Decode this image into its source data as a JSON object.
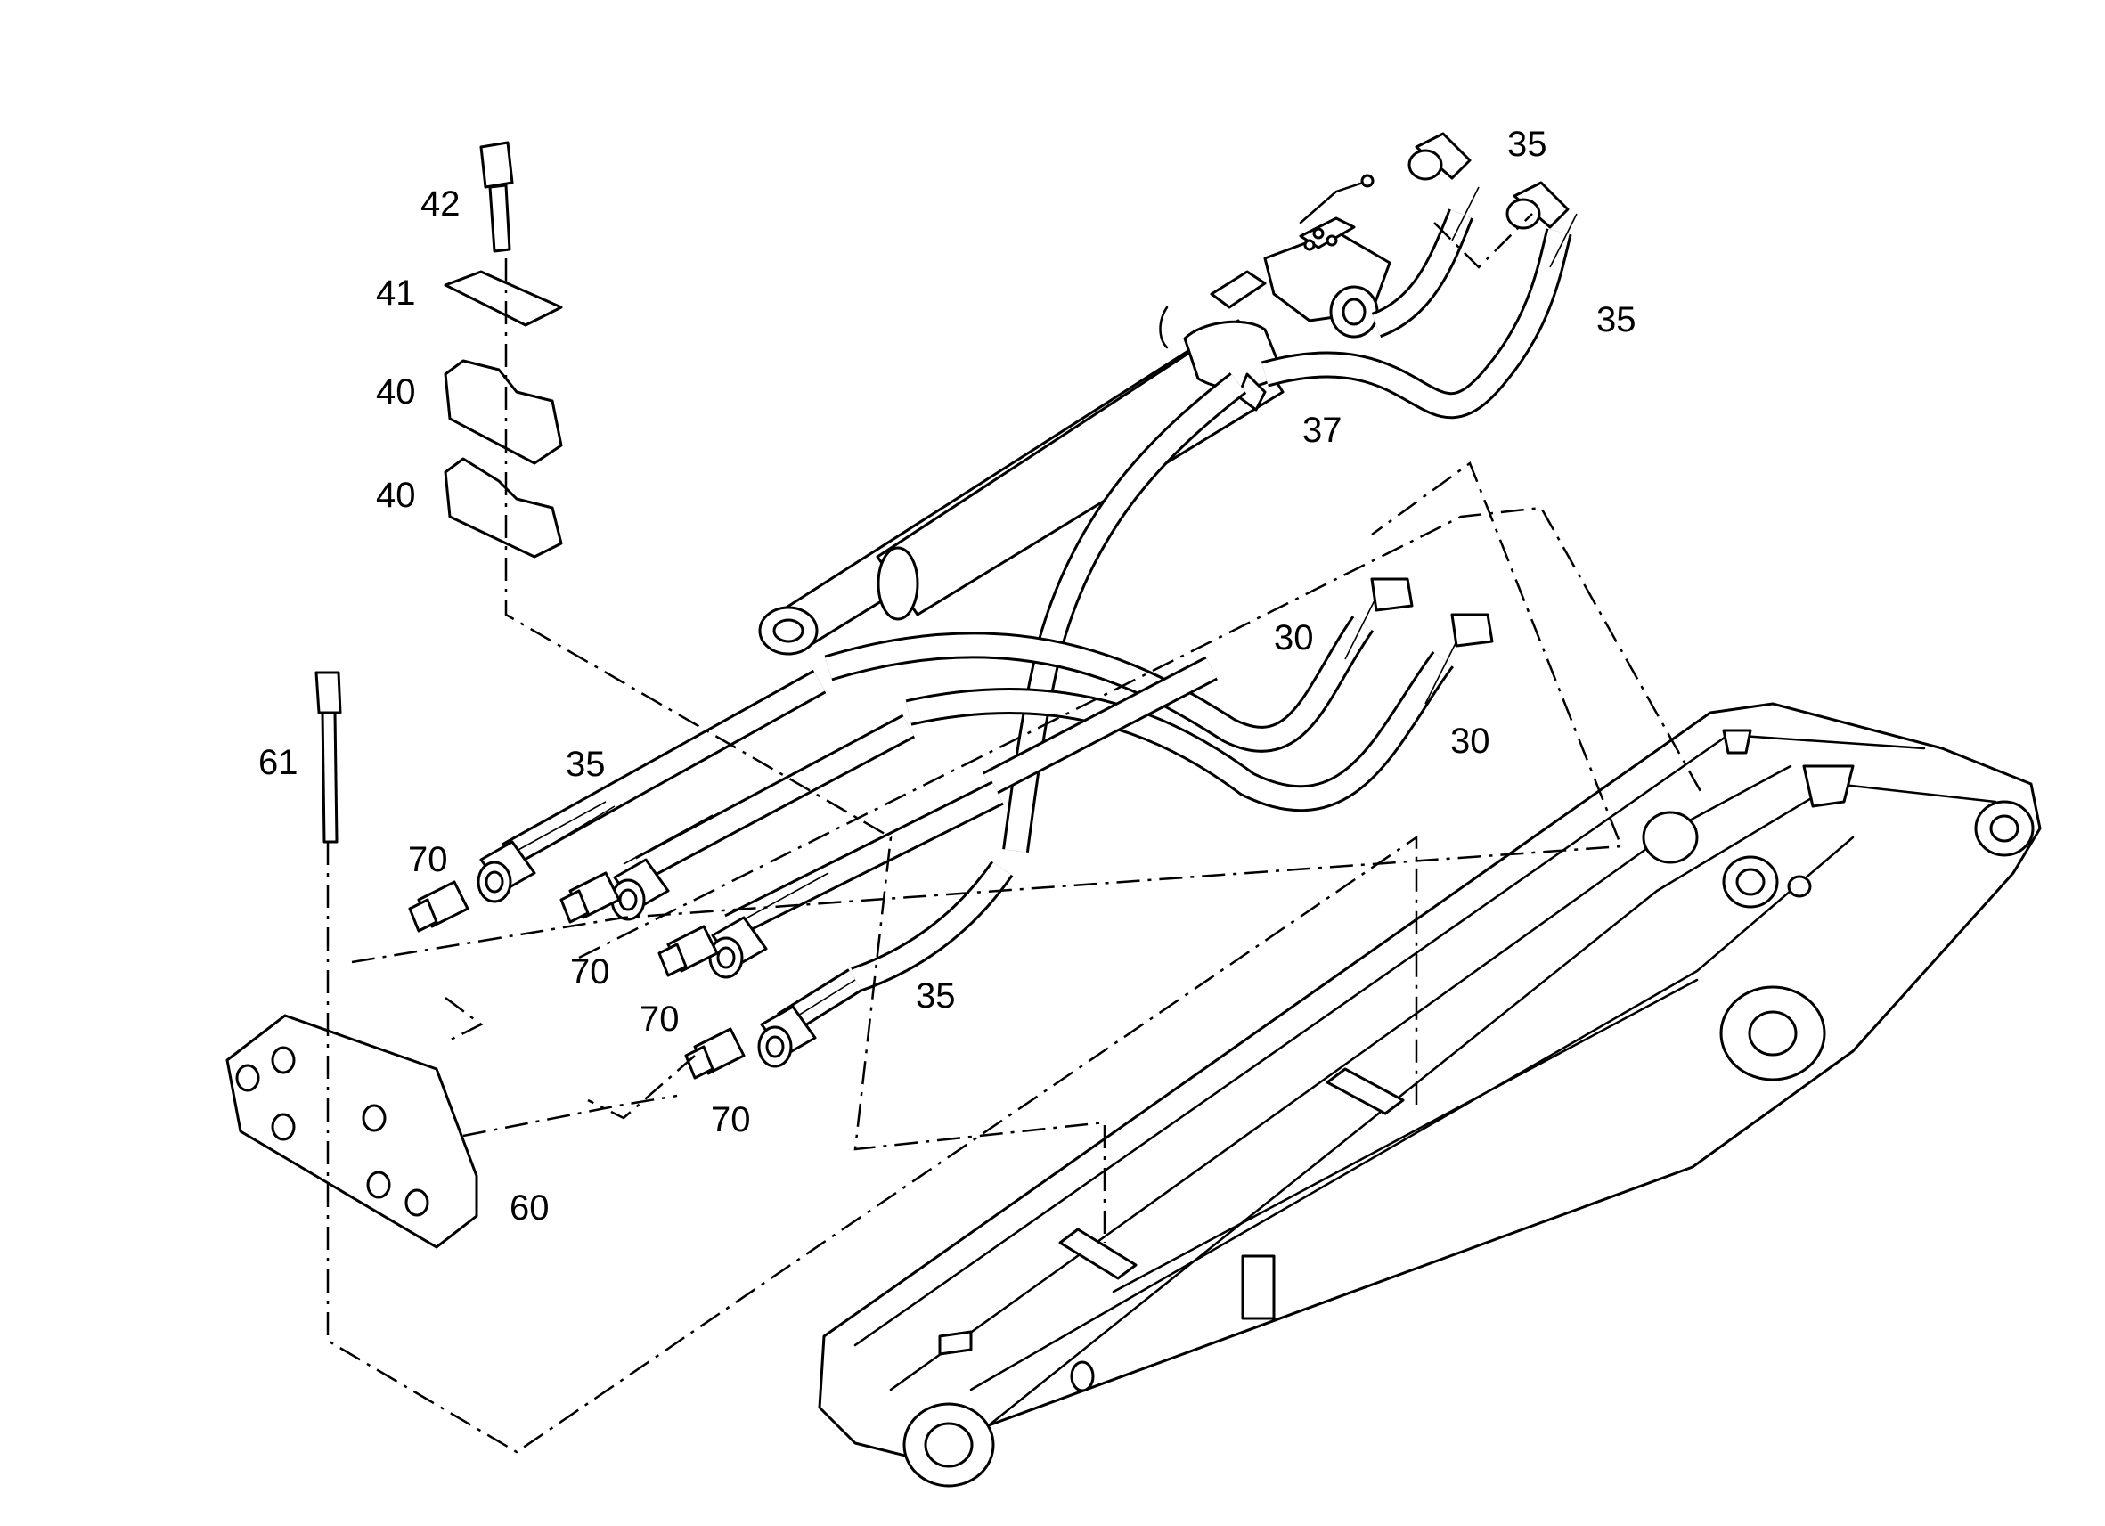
{
  "labels": {
    "l30a": "30",
    "l30b": "30",
    "l35a": "35",
    "l35b": "35",
    "l35c": "35",
    "l35d": "35",
    "l37": "37",
    "l40a": "40",
    "l40b": "40",
    "l41": "41",
    "l42": "42",
    "l60": "60",
    "l61": "61",
    "l70a": "70",
    "l70b": "70",
    "l70c": "70",
    "l70d": "70"
  }
}
